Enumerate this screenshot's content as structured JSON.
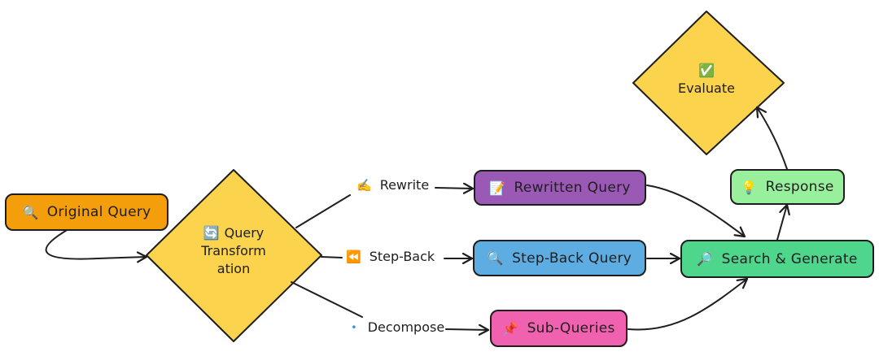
{
  "colors": {
    "orange": "#f59e0b",
    "yellow": "#fcd34d",
    "purple": "#9b59b6",
    "blue": "#5dade2",
    "pink": "#f062b0",
    "teal": "#4dd68c",
    "lightgreen": "#98f09c",
    "stroke": "#1e1e1e"
  },
  "nodes": {
    "original": {
      "icon": "🔍",
      "label": "Original Query"
    },
    "transform": {
      "icon": "🔄",
      "line1": "Query",
      "line2": "Transform",
      "line3": "ation"
    },
    "rewritten": {
      "icon": "📝",
      "label": "Rewritten Query"
    },
    "stepback": {
      "icon": "🔍",
      "label": "Step-Back Query"
    },
    "subqueries": {
      "icon": "📌",
      "label": "Sub-Queries"
    },
    "search": {
      "icon": "🔎",
      "label": "Search & Generate"
    },
    "response": {
      "icon": "💡",
      "label": "Response"
    },
    "evaluate": {
      "icon": "✅",
      "label": "Evaluate"
    }
  },
  "edges": {
    "rewrite": {
      "icon": "✍️",
      "label": "Rewrite"
    },
    "stepback": {
      "icon": "⏪",
      "label": "Step-Back"
    },
    "decompose": {
      "icon": "🔹",
      "label": "Decompose"
    }
  }
}
